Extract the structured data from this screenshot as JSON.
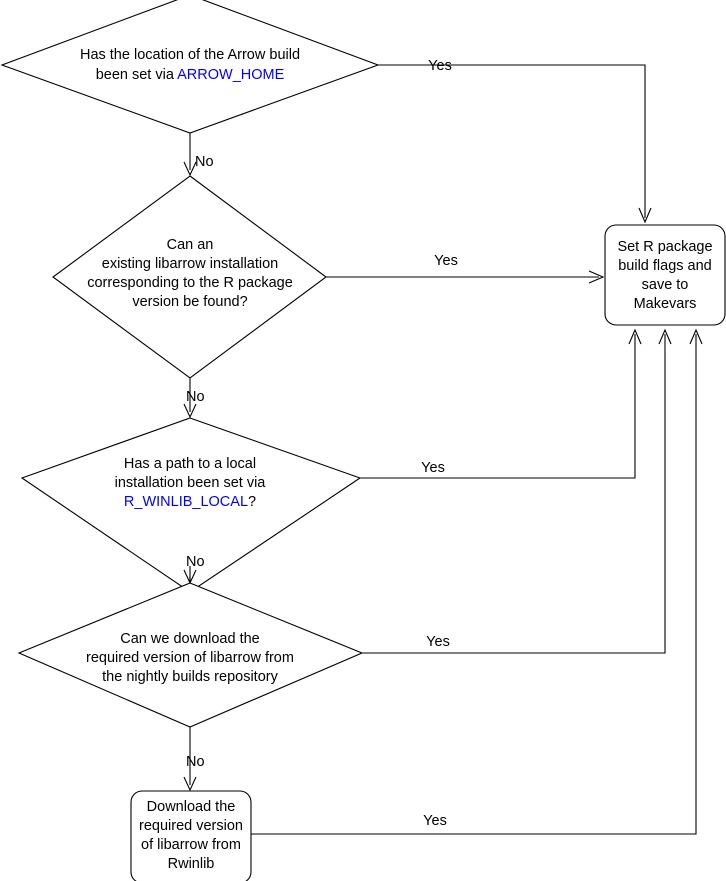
{
  "diagram": {
    "title": "libarrow resolution flowchart",
    "colors": {
      "stroke": "#000000",
      "background": "#ffffff",
      "variable_text": "#0000ff"
    },
    "nodes": [
      {
        "id": "q-arrow-home",
        "shape": "diamond",
        "lines": [
          "Has the location of the Arrow build",
          "been set via ARROW_HOME"
        ],
        "line1": "Has the location of the Arrow build",
        "line2_prefix": "been set via ",
        "line2_var": "ARROW_HOME"
      },
      {
        "id": "q-existing-libarrow",
        "shape": "diamond",
        "lines": [
          "Can an",
          "existing libarrow installation",
          "corresponding to the R package",
          "version be found?"
        ],
        "line1": "Can an",
        "line2": "existing libarrow installation",
        "line3": "corresponding to the R package",
        "line4": "version be found?"
      },
      {
        "id": "q-winlib-local",
        "shape": "diamond",
        "lines": [
          "Has a path to a local",
          "installation been set via",
          "R_WINLIB_LOCAL?"
        ],
        "line1": "Has a path to a local",
        "line2": "installation been set via",
        "line3_var": "R_WINLIB_LOCAL",
        "line3_suffix": "?"
      },
      {
        "id": "q-nightly-builds",
        "shape": "diamond",
        "lines": [
          "Can we download the",
          "required version of libarrow from",
          "the nightly builds repository"
        ],
        "line1": "Can we download the",
        "line2": "required version of libarrow from",
        "line3": "the nightly builds repository"
      },
      {
        "id": "action-download-rwinlib",
        "shape": "rounded-rect",
        "lines": [
          "Download the",
          "required version",
          "of libarrow from",
          "Rwinlib"
        ],
        "line1": "Download the",
        "line2": "required version",
        "line3": "of libarrow from",
        "line4": "Rwinlib"
      },
      {
        "id": "action-set-build-flags",
        "shape": "rounded-rect",
        "lines": [
          "Set R package",
          "build flags and",
          "save to",
          "Makevars"
        ],
        "line1": "Set R package",
        "line2": "build flags and",
        "line3": "save to",
        "line4": "Makevars"
      }
    ],
    "edge_labels": {
      "yes_arrow_home": "Yes",
      "no_arrow_home": "No",
      "yes_existing": "Yes",
      "no_existing": "No",
      "yes_winlib": "Yes",
      "no_winlib": "No",
      "yes_nightly": "Yes",
      "no_nightly": "No",
      "yes_rwinlib": "Yes"
    }
  }
}
